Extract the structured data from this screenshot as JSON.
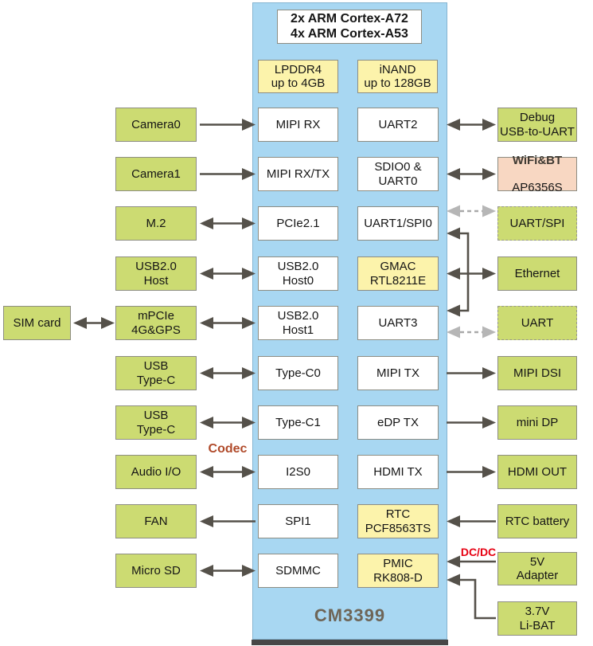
{
  "colors": {
    "module_bg": "#a8d7f2",
    "peripheral_green": "#ccdb72",
    "block_yellow": "#fcf3ab",
    "wifi_peach": "#f8d7c2",
    "arrow_dark": "#55514a",
    "arrow_dashed": "#a9a9a9",
    "codec_label": "#b04a2a",
    "dcdc_label": "#e60012",
    "title_color": "#6e6557"
  },
  "soc": {
    "title": "CM3399",
    "cpu": "2x ARM Cortex-A72\n4x ARM Cortex-A53",
    "ram": "LPDDR4\nup to 4GB",
    "flash": "iNAND\nup to 128GB",
    "left_ports": {
      "mipi_rx": "MIPI RX",
      "mipi_rxtx": "MIPI RX/TX",
      "pcie": "PCIe2.1",
      "usb_host0": "USB2.0\nHost0",
      "usb_host1": "USB2.0\nHost1",
      "typec0": "Type-C0",
      "typec1": "Type-C1",
      "i2s0": "I2S0",
      "spi1": "SPI1",
      "sdmmc": "SDMMC"
    },
    "right_ports": {
      "uart2": "UART2",
      "sdio0_uart0": "SDIO0 &\nUART0",
      "uart1_spi0": "UART1/SPI0",
      "gmac": "GMAC\nRTL8211E",
      "uart3": "UART3",
      "mipi_tx": "MIPI TX",
      "edp_tx": "eDP TX",
      "hdmi_tx": "HDMI TX",
      "rtc": "RTC\nPCF8563TS",
      "pmic": "PMIC\nRK808-D"
    }
  },
  "left": {
    "camera0": "Camera0",
    "camera1": "Camera1",
    "m2": "M.2",
    "usb_host": "USB2.0\nHost",
    "mpcie": "mPCIe\n4G&GPS",
    "usb_typec_top": "USB\nType-C",
    "usb_typec_bottom": "USB\nType-C",
    "audio": "Audio I/O",
    "fan": "FAN",
    "micro_sd": "Micro SD",
    "sim": "SIM card"
  },
  "right": {
    "debug": "Debug\nUSB-to-UART",
    "wifi_name": "WiFi&BT",
    "wifi_chip": "AP6356S",
    "uart_spi": "UART/SPI",
    "ethernet": "Ethernet",
    "uart": "UART",
    "mipi_dsi": "MIPI DSI",
    "mini_dp": "mini DP",
    "hdmi_out": "HDMI OUT",
    "rtc_battery": "RTC battery",
    "adapter": "5V\nAdapter",
    "li_bat": "3.7V\nLi-BAT"
  },
  "annotations": {
    "codec": "Codec",
    "dcdc": "DC/DC"
  }
}
